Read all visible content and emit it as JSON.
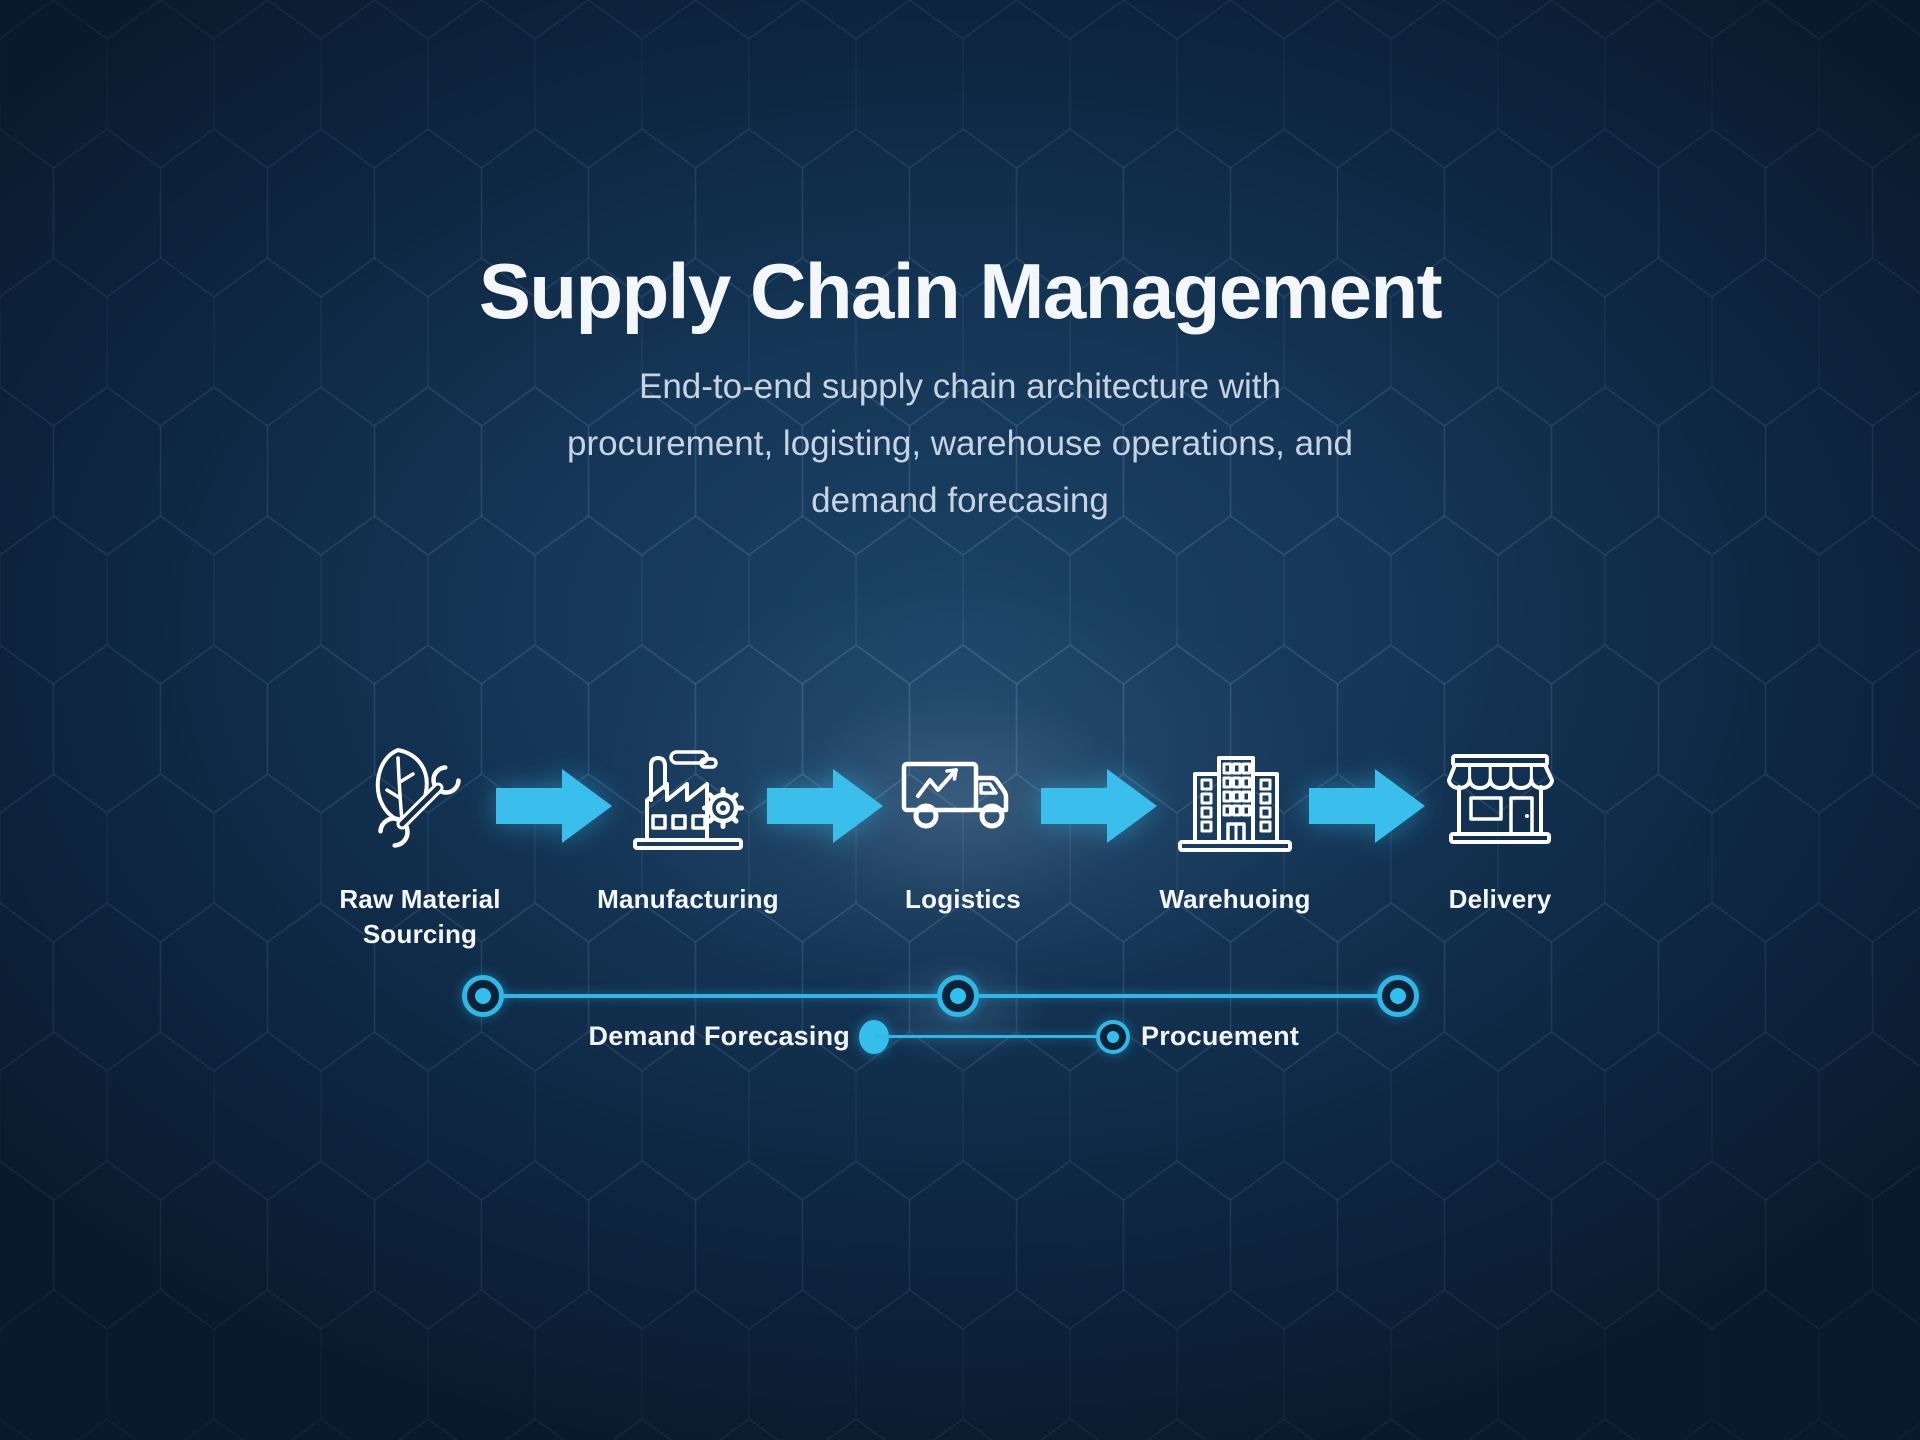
{
  "header": {
    "title": "Supply Chain Management",
    "subtitle_lines": [
      "End-to-end supply chain architecture with",
      "procurement, logisting, warehouse operations, and",
      "demand forecasing"
    ]
  },
  "flow": {
    "stages": [
      {
        "label": "Raw Material Sourcing",
        "icon": "leaf-wrench-icon"
      },
      {
        "label": "Manufacturing",
        "icon": "factory-gear-icon"
      },
      {
        "label": "Logistics",
        "icon": "delivery-truck-icon"
      },
      {
        "label": "Warehuoing",
        "icon": "warehouse-building-icon"
      },
      {
        "label": "Delivery",
        "icon": "storefront-icon"
      }
    ],
    "arrow_count": 4
  },
  "timeline": {
    "main_node_count": 3,
    "sub_nodes": [
      {
        "label": "Demand Forecasing",
        "marker": "solid-dot"
      },
      {
        "label": "Procuement",
        "marker": "ring-dot"
      }
    ]
  },
  "colors": {
    "accent_cyan": "#3abeeb",
    "timeline_cyan": "#2fb7e6",
    "background_dark": "#0a1a2d",
    "background_center": "#1b4264",
    "icon_stroke": "#ffffff",
    "title_text": "#f4f7fa",
    "subtitle_text": "#c7d3e0"
  }
}
